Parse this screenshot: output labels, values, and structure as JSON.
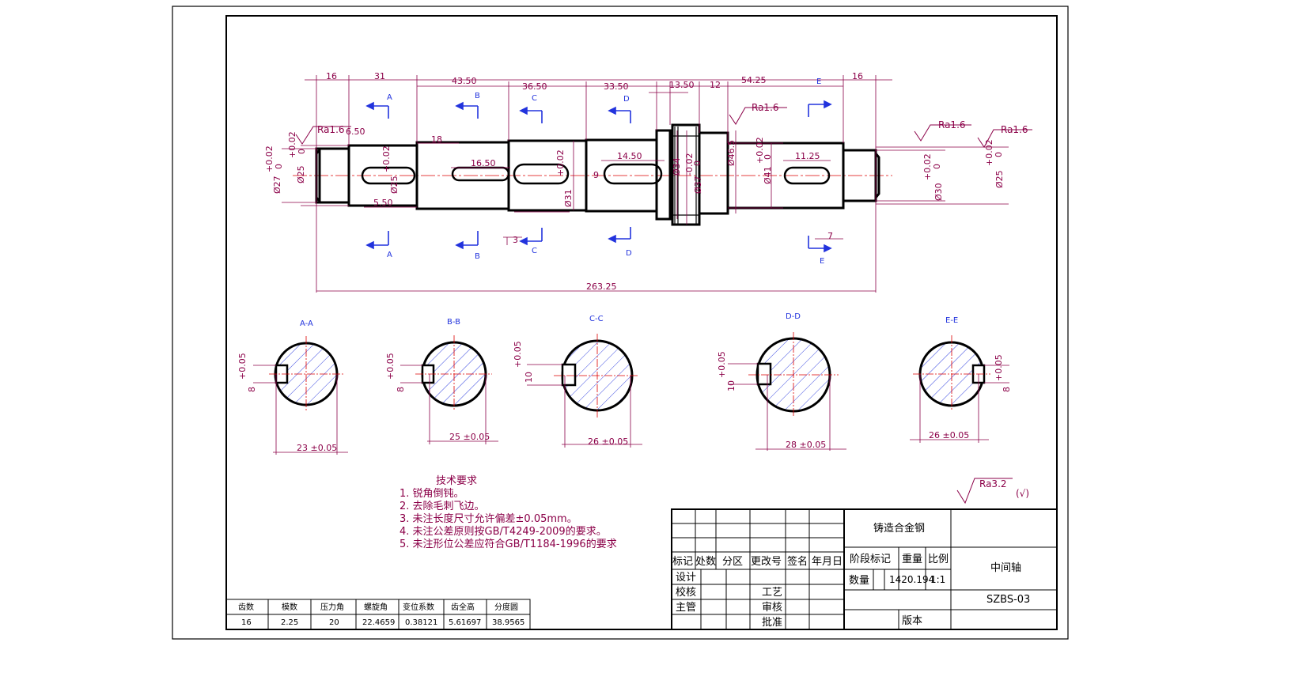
{
  "colors": {
    "outline": "#000000",
    "dimension": "#8b0048",
    "section": "#2233dd",
    "centerline": "#dd0000"
  },
  "top_dims": [
    "16",
    "31",
    "43.50",
    "36.50",
    "33.50",
    "13.50",
    "12",
    "54.25",
    "16"
  ],
  "inner_dims": [
    "6.50",
    "18",
    "16.50",
    "14.50",
    "11.25",
    "9",
    "7",
    "5.50",
    "3"
  ],
  "overall_length": "263.25",
  "diameters": [
    "Ø27",
    "Ø25",
    "Ø25",
    "Ø31",
    "Ø34",
    "Ø37",
    "Ø46.5",
    "Ø41",
    "Ø30",
    "Ø25"
  ],
  "tolerances": {
    "plus": "+0.02",
    "minus": "-0.02",
    "zero": "0",
    "plus05": "+0.05"
  },
  "roughness": {
    "r1": "Ra1.6",
    "general": "Ra3.2",
    "general_paren": "(√)"
  },
  "section_markers": [
    "A",
    "B",
    "C",
    "D",
    "E"
  ],
  "sections": [
    {
      "title": "A-A",
      "width": "23 ±0.05",
      "key": "8"
    },
    {
      "title": "B-B",
      "width": "25 ±0.05",
      "key": "8"
    },
    {
      "title": "C-C",
      "width": "26 ±0.05",
      "key": "10"
    },
    {
      "title": "D-D",
      "width": "28 ±0.05",
      "key": "10"
    },
    {
      "title": "E-E",
      "width": "26 ±0.05",
      "key": "8"
    }
  ],
  "tech_req": {
    "title": "技术要求",
    "items": [
      "1.   锐角倒钝。",
      "2.   去除毛刺飞边。",
      "3.   未注长度尺寸允许偏差±0.05mm。",
      "4.   未注公差原则按GB/T4249-2009的要求。",
      "5.   未注形位公差应符合GB/T1184-1996的要求"
    ]
  },
  "gear_table": {
    "headers": [
      "齿数",
      "模数",
      "压力角",
      "螺旋角",
      "变位系数",
      "齿全高",
      "分度圆"
    ],
    "values": [
      "16",
      "2.25",
      "20",
      "22.4659",
      "0.38121",
      "5.61697",
      "38.9565"
    ]
  },
  "title_block": {
    "material": "铸造合金钢",
    "part_name": "中间轴",
    "drawing_no": "SZBS-03",
    "version_label": "版本",
    "row_labels": [
      "标记",
      "处数",
      "分区",
      "更改号",
      "签名",
      "年月日"
    ],
    "left_labels": [
      "设计",
      "校核",
      "主管"
    ],
    "mid_labels": [
      "工艺",
      "审核",
      "批准"
    ],
    "stage_label": "阶段标记",
    "weight_label": "重量",
    "scale_label": "比例",
    "qty_label": "数量",
    "weight_value": "1420.194",
    "scale_value": "1:1"
  }
}
